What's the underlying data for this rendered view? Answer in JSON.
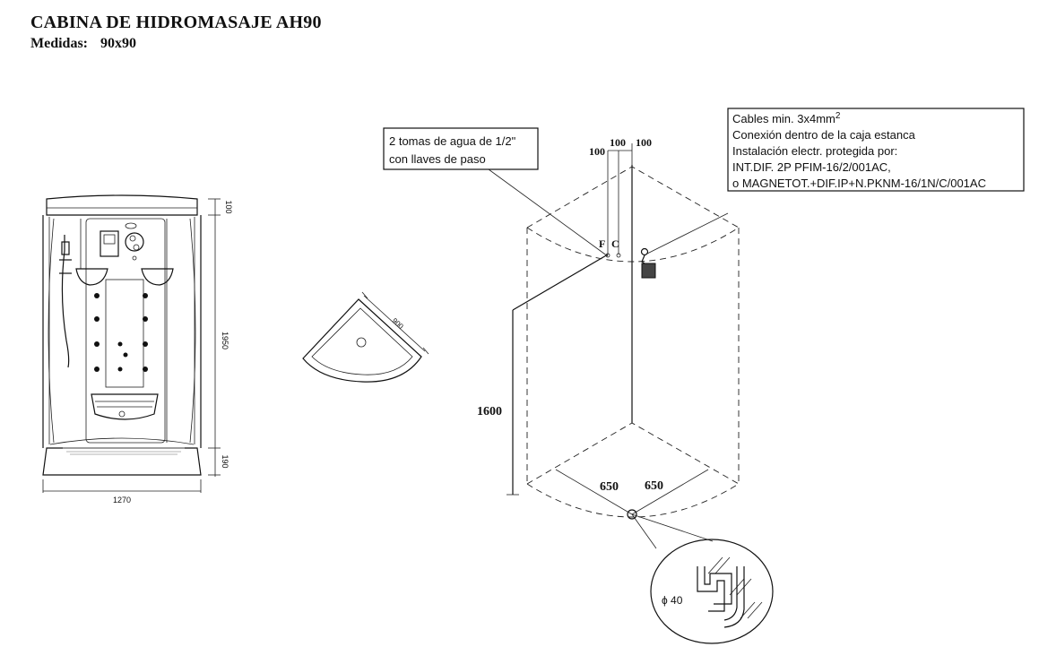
{
  "header": {
    "title": "CABINA DE HIDROMASAJE AH90",
    "measures_label": "Medidas:",
    "measures_value": "90x90"
  },
  "front_view": {
    "dim_top": "100",
    "dim_height": "1950",
    "dim_base": "190",
    "dim_width": "1270"
  },
  "plan_view": {
    "dim_side": "900"
  },
  "install_view": {
    "water_note": [
      "2 tomas de agua de 1/2\"",
      "con llaves de paso"
    ],
    "electric_note": {
      "line1_main": "Cables min. 3x4mm",
      "line1_sup": "2",
      "line2": "Conexión dentro de la caja estanca",
      "line3": "Instalación electr. protegida por:",
      "line4": "INT.DIF. 2P PFIM-16/2/001AC,",
      "line5": "o MAGNETOT.+DIF.IP+N.PKNM-16/1N/C/001AC"
    },
    "dim_100_left": "100",
    "dim_100_mid": "100",
    "dim_100_right": "100",
    "label_f": "F",
    "label_c": "C",
    "dim_height": "1600",
    "dim_650_left": "650",
    "dim_650_right": "650",
    "drain_label": "ϕ 40"
  }
}
